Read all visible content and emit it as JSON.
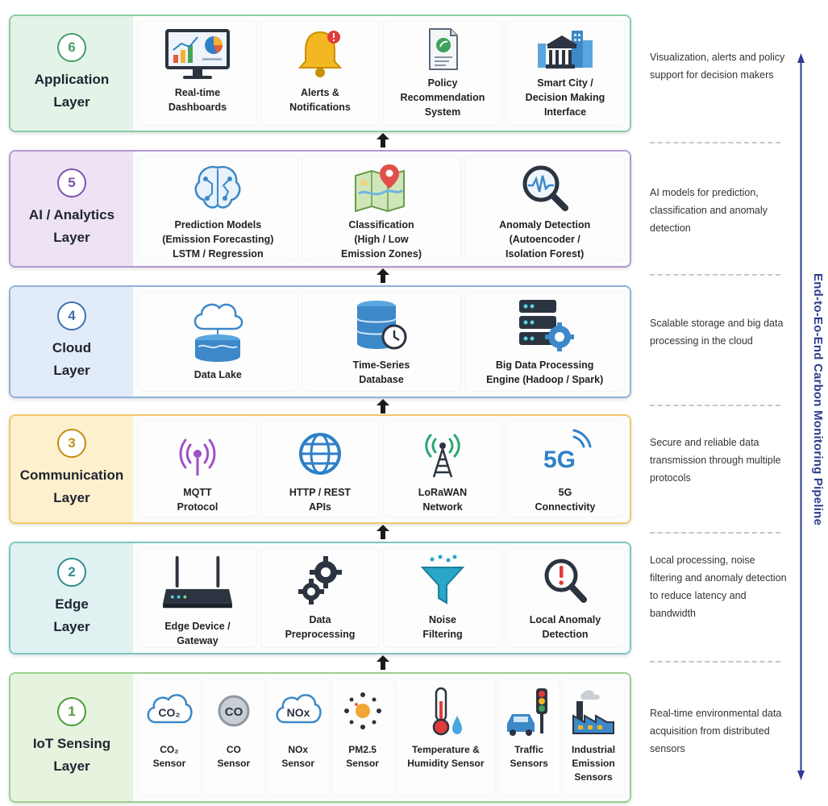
{
  "layers": [
    {
      "number": "6",
      "name": "Application\nLayer",
      "colors": {
        "border": "#8ccca4",
        "label_bg": "#e4f3e7",
        "badge": "#4a9b6a"
      },
      "components": [
        {
          "icon": "dashboard-monitor-icon",
          "label": "Real-time\nDashboards"
        },
        {
          "icon": "alert-bell-icon",
          "label": "Alerts &\nNotifications"
        },
        {
          "icon": "policy-document-icon",
          "label": "Policy\nRecommendation\nSystem"
        },
        {
          "icon": "smart-city-icon",
          "label": "Smart City /\nDecision Making\nInterface"
        }
      ],
      "description": "Visualization, alerts and policy support for decision makers"
    },
    {
      "number": "5",
      "name": "AI / Analytics\nLayer",
      "colors": {
        "border": "#b597d2",
        "label_bg": "#ede3f5",
        "badge": "#7b53a8"
      },
      "components": [
        {
          "icon": "brain-circuit-icon",
          "label": "Prediction Models\n(Emission Forecasting)\nLSTM / Regression"
        },
        {
          "icon": "map-pin-icon",
          "label": "Classification\n(High / Low\nEmission Zones)"
        },
        {
          "icon": "anomaly-magnifier-icon",
          "label": "Anomaly Detection\n(Autoencoder /\nIsolation Forest)"
        }
      ],
      "description": "AI models for prediction, classification and anomaly detection"
    },
    {
      "number": "4",
      "name": "Cloud\nLayer",
      "colors": {
        "border": "#8db1dc",
        "label_bg": "#e2ecf8",
        "badge": "#3f6fb2"
      },
      "components": [
        {
          "icon": "cloud-data-lake-icon",
          "label": "Data Lake"
        },
        {
          "icon": "database-clock-icon",
          "label": "Time-Series\nDatabase"
        },
        {
          "icon": "server-gear-icon",
          "label": "Big Data Processing\nEngine (Hadoop / Spark)"
        }
      ],
      "description": "Scalable storage and big data processing in the cloud"
    },
    {
      "number": "3",
      "name": "Communication\nLayer",
      "colors": {
        "border": "#efc868",
        "label_bg": "#fdf0cc",
        "badge": "#c28d12"
      },
      "components": [
        {
          "icon": "mqtt-antenna-icon",
          "label": "MQTT\nProtocol"
        },
        {
          "icon": "globe-icon",
          "label": "HTTP / REST\nAPIs"
        },
        {
          "icon": "lorawan-tower-icon",
          "label": "LoRaWAN\nNetwork"
        },
        {
          "icon": "5g-signal-icon",
          "label": "5G\nConnectivity"
        }
      ],
      "description": "Secure and reliable data transmission through multiple protocols"
    },
    {
      "number": "2",
      "name": "Edge\nLayer",
      "colors": {
        "border": "#7cc4c4",
        "label_bg": "#dff1f1",
        "badge": "#2f8e8e"
      },
      "components": [
        {
          "icon": "edge-gateway-icon",
          "label": "Edge Device /\nGateway"
        },
        {
          "icon": "gears-icon",
          "label": "Data\nPreprocessing"
        },
        {
          "icon": "funnel-filter-icon",
          "label": "Noise\nFiltering"
        },
        {
          "icon": "local-anomaly-icon",
          "label": "Local Anomaly\nDetection"
        }
      ],
      "description": "Local processing, noise filtering and anomaly detection to reduce latency and bandwidth"
    },
    {
      "number": "1",
      "name": "IoT Sensing\nLayer",
      "colors": {
        "border": "#9ccf8e",
        "label_bg": "#e6f3df",
        "badge": "#4e9a3c"
      },
      "components": [
        {
          "icon": "co2-cloud-icon",
          "label": "CO₂\nSensor",
          "badge_text": "CO₂"
        },
        {
          "icon": "co-circle-icon",
          "label": "CO\nSensor",
          "badge_text": "CO"
        },
        {
          "icon": "nox-cloud-icon",
          "label": "NOx\nSensor",
          "badge_text": "NOx"
        },
        {
          "icon": "pm25-particles-icon",
          "label": "PM2.5\nSensor"
        },
        {
          "icon": "thermometer-icon",
          "label": "Temperature &\nHumidity Sensor"
        },
        {
          "icon": "traffic-light-car-icon",
          "label": "Traffic\nSensors"
        },
        {
          "icon": "factory-icon",
          "label": "Industrial\nEmission\nSensors"
        }
      ],
      "description": "Real-time environmental data acquisition from distributed sensors"
    }
  ],
  "pipeline_title": "End-to-Eo-End Carbon Monitoring Pipeline",
  "colors": {
    "pipeline": "#2d3c8f",
    "arrow": "#1a1a1a",
    "divider": "#c4c8cf"
  }
}
